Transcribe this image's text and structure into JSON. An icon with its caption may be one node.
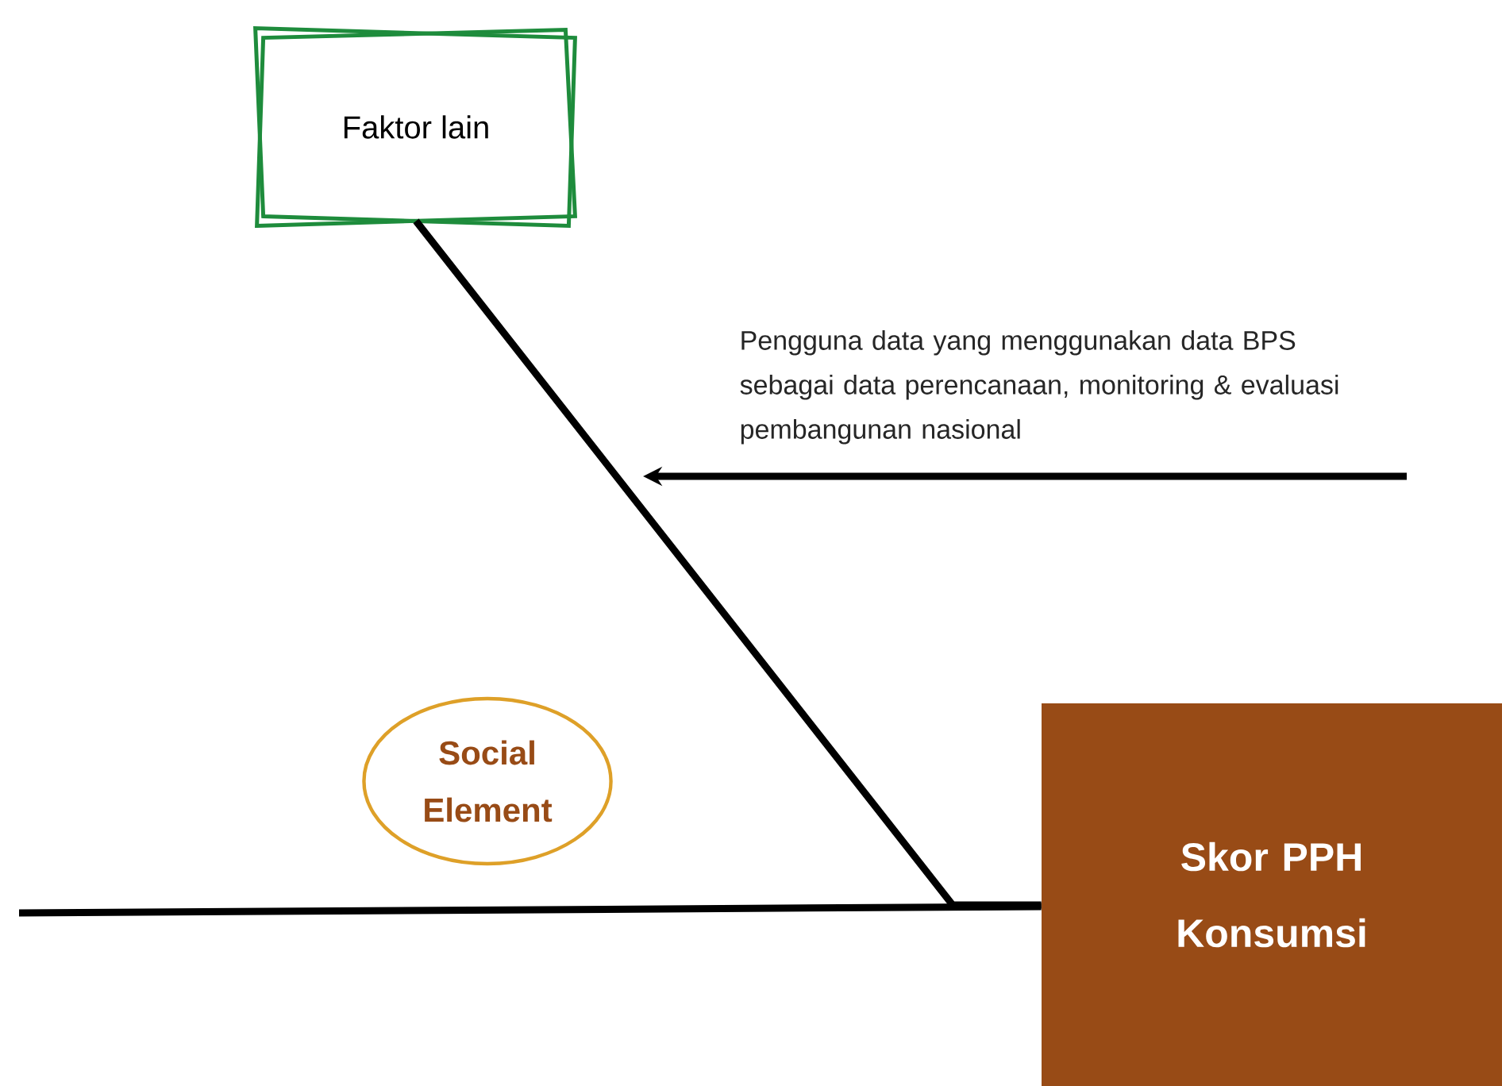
{
  "diagram": {
    "nodes": [
      {
        "text": [
          "Faktor lain"
        ]
      },
      {
        "text": [
          "Pengguna data yang menggunakan data BPS sebagai data perencanaan, monitoring & evaluasi pembangunan nasional"
        ]
      },
      {
        "text": [
          "Social Element"
        ]
      },
      {
        "text": [
          "Skor PPH Konsumsi"
        ]
      }
    ],
    "edges": [
      {
        "from": null,
        "to": 3,
        "arrow": "none"
      },
      {
        "from": 0,
        "to": 3,
        "arrow": "none"
      },
      {
        "from": 1,
        "to": null,
        "arrow": "to"
      }
    ]
  }
}
